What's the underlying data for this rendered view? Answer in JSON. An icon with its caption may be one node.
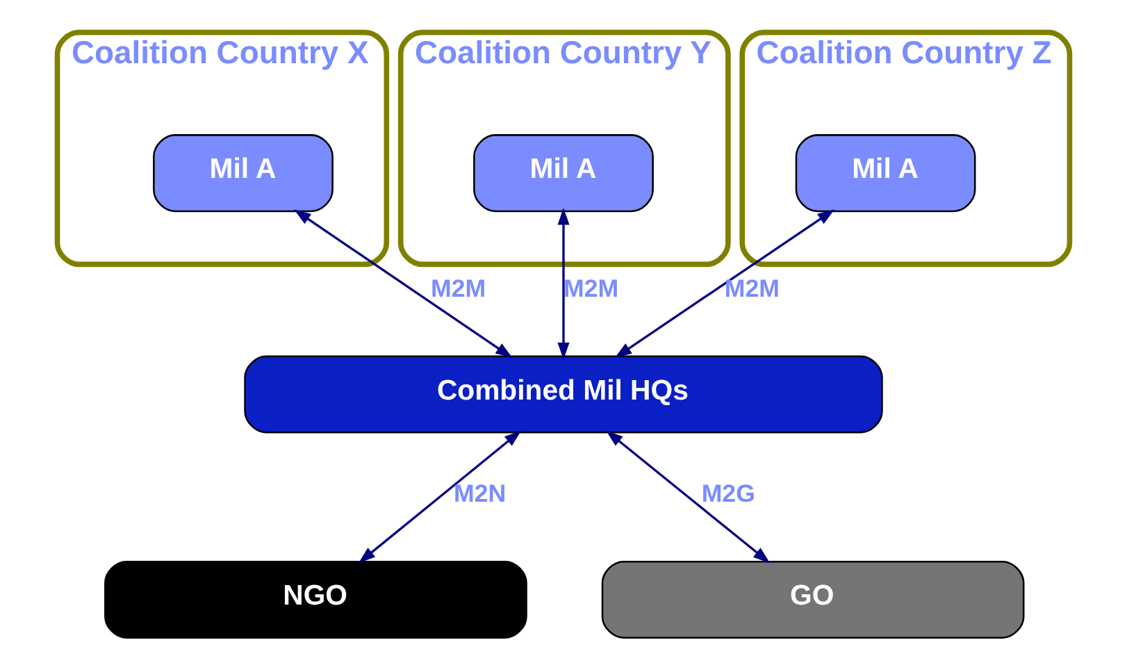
{
  "diagram": {
    "nodes": [
      {
        "text": [
          "Coalition Country X"
        ]
      },
      {
        "text": [
          "Mil A"
        ],
        "in": 0
      },
      {
        "text": [
          "Coalition Country Y"
        ]
      },
      {
        "text": [
          "Mil A"
        ],
        "in": 2
      },
      {
        "text": [
          "Coalition Country Z"
        ]
      },
      {
        "text": [
          "Mil A"
        ],
        "in": 4
      },
      {
        "text": [
          "Combined Mil HQs"
        ]
      },
      {
        "text": [
          "NGO"
        ]
      },
      {
        "text": [
          "GO"
        ]
      }
    ],
    "edges": [
      {
        "from": 6,
        "to": 1,
        "arrow": "both",
        "label": "M2M"
      },
      {
        "from": 6,
        "to": 3,
        "arrow": "both",
        "label": "M2M"
      },
      {
        "from": 6,
        "to": 5,
        "arrow": "both",
        "label": "M2M"
      },
      {
        "from": 6,
        "to": 7,
        "arrow": "both",
        "label": "M2N"
      },
      {
        "from": 6,
        "to": 8,
        "arrow": "both",
        "label": "M2G"
      }
    ]
  }
}
